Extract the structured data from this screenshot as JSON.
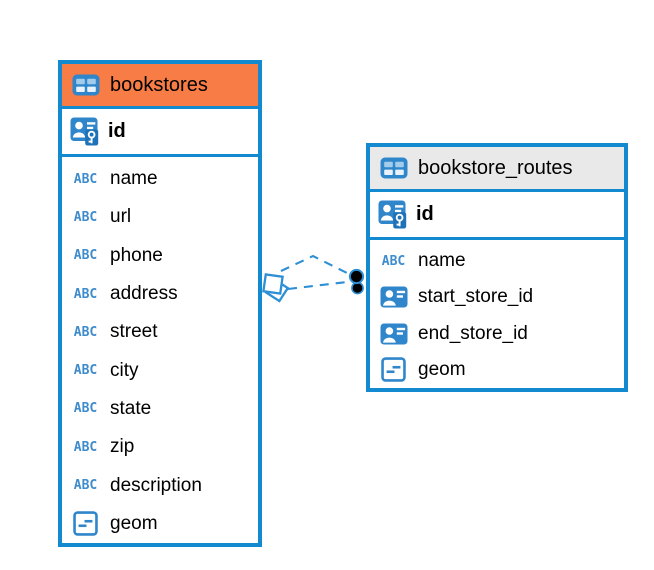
{
  "diagram": {
    "colors": {
      "accent_blue": "#1389cf",
      "icon_blue": "#2f86cb",
      "type_text_blue": "#3f8ccd",
      "relationship_blue": "#2d8fd5",
      "selected_header_orange": "#f87c45",
      "header_gray": "#e9e9e9",
      "text": "#000000"
    },
    "type_glyphs": {
      "text": "ABC"
    },
    "tables": [
      {
        "name": "bookstores",
        "header_style": "orange",
        "pk": {
          "label": "id"
        },
        "columns": [
          {
            "label": "name",
            "type": "text"
          },
          {
            "label": "url",
            "type": "text"
          },
          {
            "label": "phone",
            "type": "text"
          },
          {
            "label": "address",
            "type": "text"
          },
          {
            "label": "street",
            "type": "text"
          },
          {
            "label": "city",
            "type": "text"
          },
          {
            "label": "state",
            "type": "text"
          },
          {
            "label": "zip",
            "type": "text"
          },
          {
            "label": "description",
            "type": "text"
          },
          {
            "label": "geom",
            "type": "geometry"
          }
        ]
      },
      {
        "name": "bookstore_routes",
        "header_style": "gray",
        "pk": {
          "label": "id"
        },
        "columns": [
          {
            "label": "name",
            "type": "text"
          },
          {
            "label": "start_store_id",
            "type": "foreign-key"
          },
          {
            "label": "end_store_id",
            "type": "foreign-key"
          },
          {
            "label": "geom",
            "type": "geometry"
          }
        ]
      }
    ],
    "relationship": {
      "from_table": "bookstores",
      "to_table": "bookstore_routes",
      "line_style": "dashed",
      "line_count": 2,
      "from_marker": "diamond",
      "to_marker": "filled-dot"
    }
  }
}
